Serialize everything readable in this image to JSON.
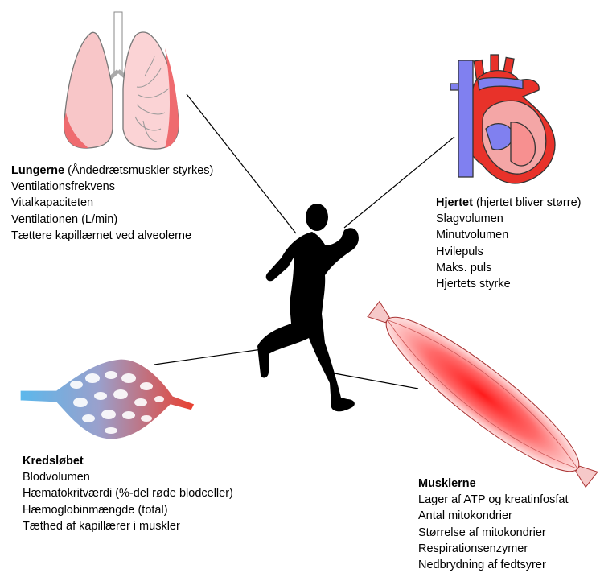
{
  "sections": {
    "lungs": {
      "title": "Lungerne",
      "subtitle": " (Åndedrætsmuskler styrkes)",
      "items": [
        "Ventilationsfrekvens",
        "Vitalkapaciteten",
        "Ventilationen (L/min)",
        "Tættere kapillærnet ved alveolerne"
      ]
    },
    "heart": {
      "title": "Hjertet",
      "subtitle": " (hjertet bliver større)",
      "items": [
        "Slagvolumen",
        "Minutvolumen",
        "Hvilepuls",
        "Maks. puls",
        "Hjertets styrke"
      ]
    },
    "circulation": {
      "title": "Kredsløbet",
      "subtitle": "",
      "items": [
        "Blodvolumen",
        "Hæmatokritværdi (%-del røde blodceller)",
        "Hæmoglobinmængde (total)",
        "Tæthed af kapillærer i muskler"
      ]
    },
    "muscles": {
      "title": "Musklerne",
      "subtitle": "",
      "items": [
        "Lager af ATP og kreatinfosfat",
        "Antal mitokondrier",
        "Størrelse af mitokondrier",
        "Respirationsenzymer",
        "Nedbrydning af fedtsyrer"
      ]
    }
  },
  "colors": {
    "lung_light": "#f8c6c8",
    "lung_dark": "#ef6b6f",
    "heart_red": "#e8322a",
    "heart_blue": "#8080f0",
    "vein_blue": "#5bb8ec",
    "artery_red": "#ea3f2e",
    "muscle_red": "#ff1a1a",
    "silhouette": "#000000"
  }
}
